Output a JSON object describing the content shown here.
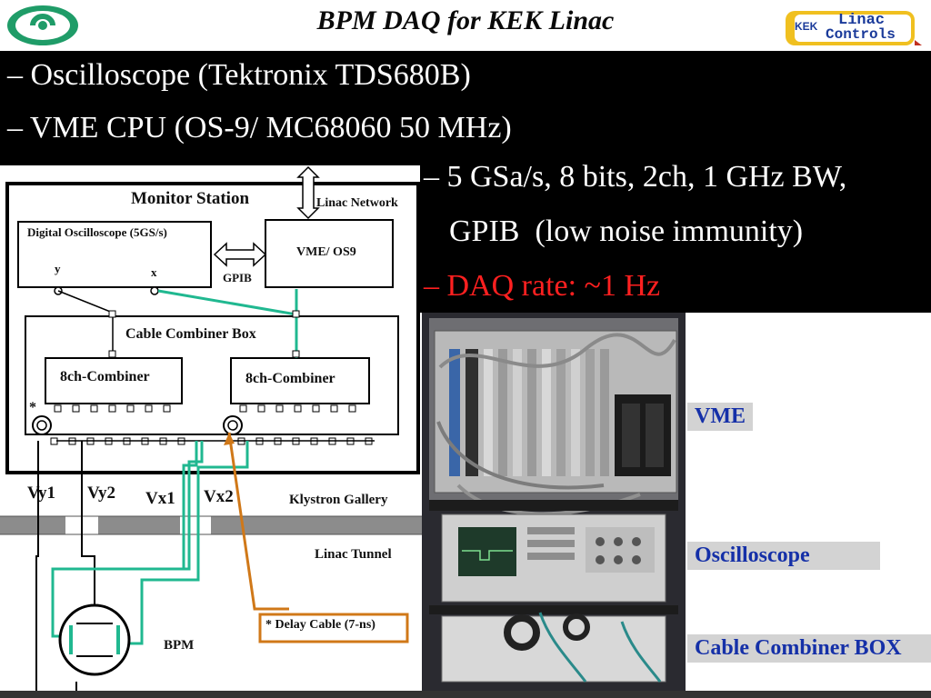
{
  "title": "BPM DAQ for KEK Linac",
  "logos": {
    "right_logo_brand": "KEK",
    "right_logo_line1": "Linac",
    "right_logo_line2": "Controls"
  },
  "colors": {
    "text_red": "#ff2020",
    "callout_blue": "#1530a8",
    "cable_green": "#20b890",
    "delay_orange": "#d07818",
    "callout_bg": "#d3d3d3"
  },
  "bullets": [
    "– Oscilloscope (Tektronix TDS680B)",
    "– VME CPU (OS-9/ MC68060 50 MHz)",
    "– 5 GSa/s, 8 bits, 2ch, 1 GHz BW,",
    "GPIB  (low noise immunity)",
    "– DAQ rate: ~1 Hz"
  ],
  "diagram": {
    "monitor_station": "Monitor Station",
    "linac_network": "Linac Network",
    "digital_oscilloscope": "Digital Oscilloscope (5GS/s)",
    "y_label": "y",
    "x_label": "x",
    "gpib": "GPIB",
    "vme_os9": "VME/ OS9",
    "cable_combiner_box": "Cable Combiner Box",
    "combiner_left": "8ch-Combiner",
    "combiner_right": "8ch-Combiner",
    "asterisk": "*",
    "vy1": "Vy1",
    "vy2": "Vy2",
    "vx1": "Vx1",
    "vx2": "Vx2",
    "klystron_gallery": "Klystron Gallery",
    "linac_tunnel": "Linac Tunnel",
    "bpm": "BPM",
    "delay_cable": "* Delay Cable (7-ns)"
  },
  "callouts": {
    "vme": "VME",
    "oscilloscope": "Oscilloscope",
    "cable_combiner_box": "Cable Combiner  BOX"
  }
}
